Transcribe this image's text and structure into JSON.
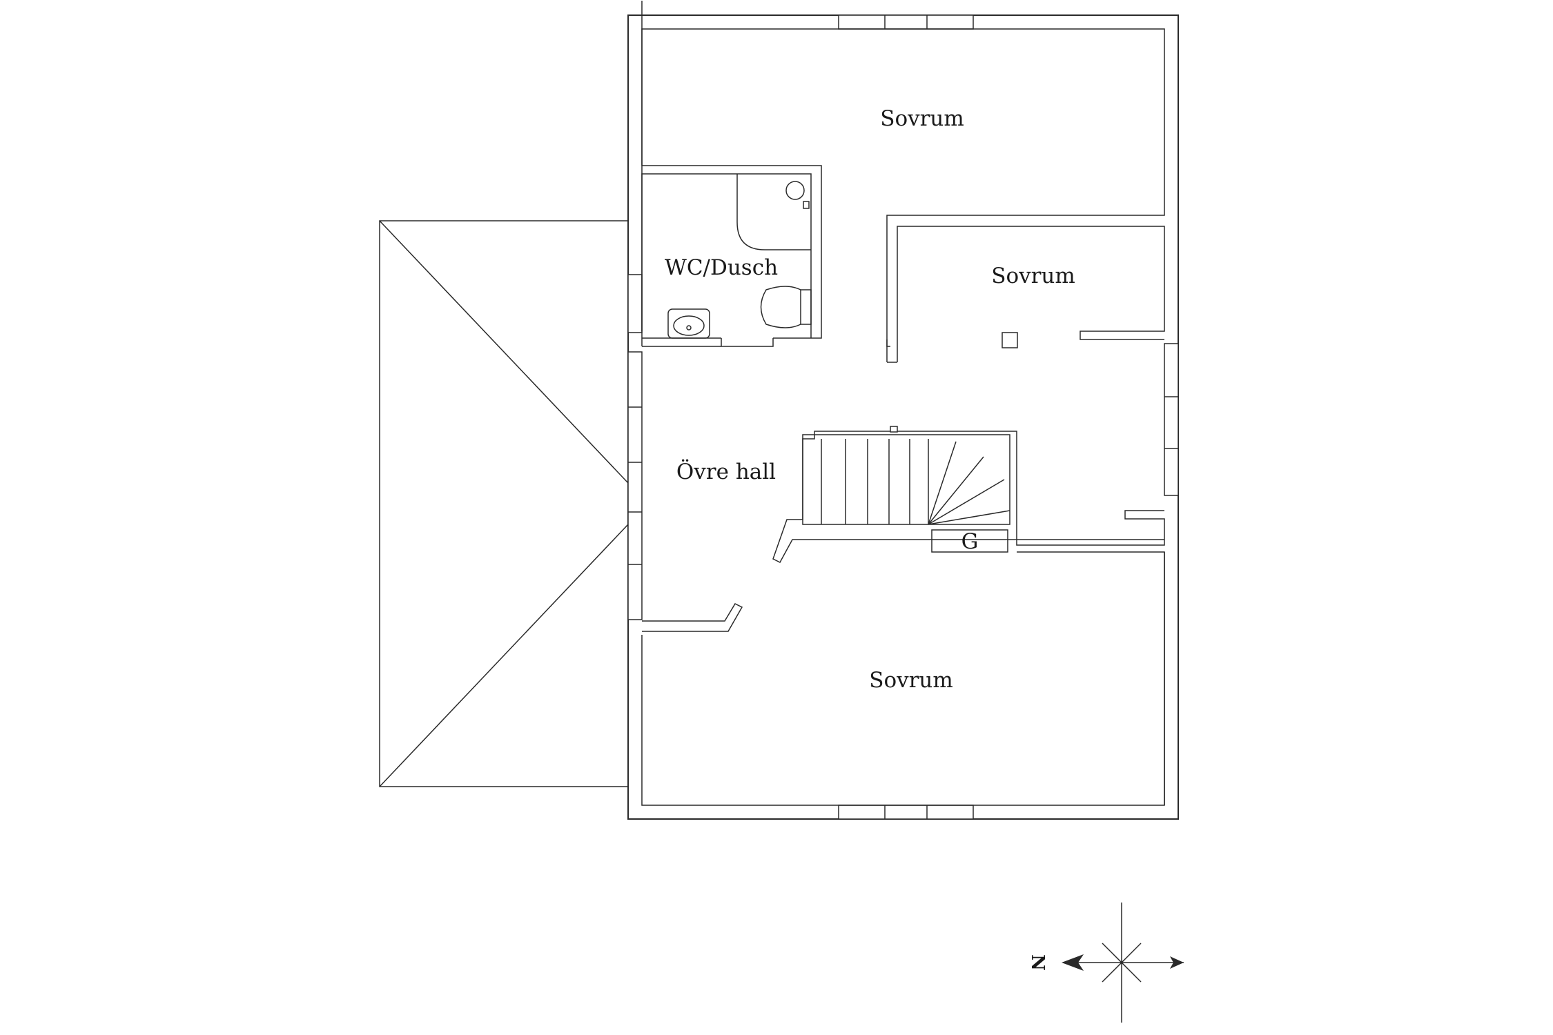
{
  "rooms": {
    "bedroom_top": "Sovrum",
    "bedroom_right": "Sovrum",
    "bedroom_bottom": "Sovrum",
    "bathroom": "WC/Dusch",
    "hall": "Övre hall"
  },
  "fixtures": {
    "stair_box": "G"
  },
  "compass": {
    "north": "N"
  }
}
